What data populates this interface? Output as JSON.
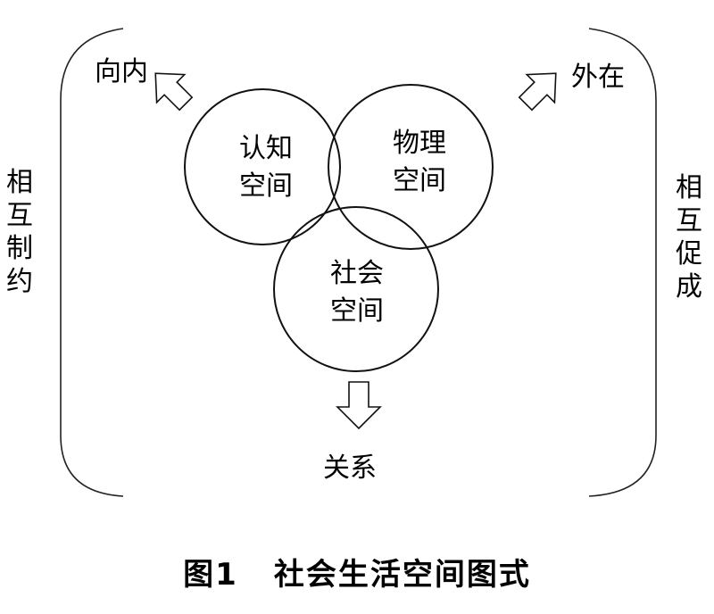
{
  "diagram": {
    "circles": [
      {
        "line1": "认知",
        "line2": "空间"
      },
      {
        "line1": "物理",
        "line2": "空间"
      },
      {
        "line1": "社会",
        "line2": "空间"
      }
    ],
    "arrows": {
      "top_left": "向内",
      "top_right": "外在",
      "bottom": "关系"
    },
    "side_labels": {
      "left": "相互制约",
      "right": "相互促成"
    }
  },
  "caption": {
    "figure_number": "图1",
    "title": "社会生活空间图式"
  }
}
